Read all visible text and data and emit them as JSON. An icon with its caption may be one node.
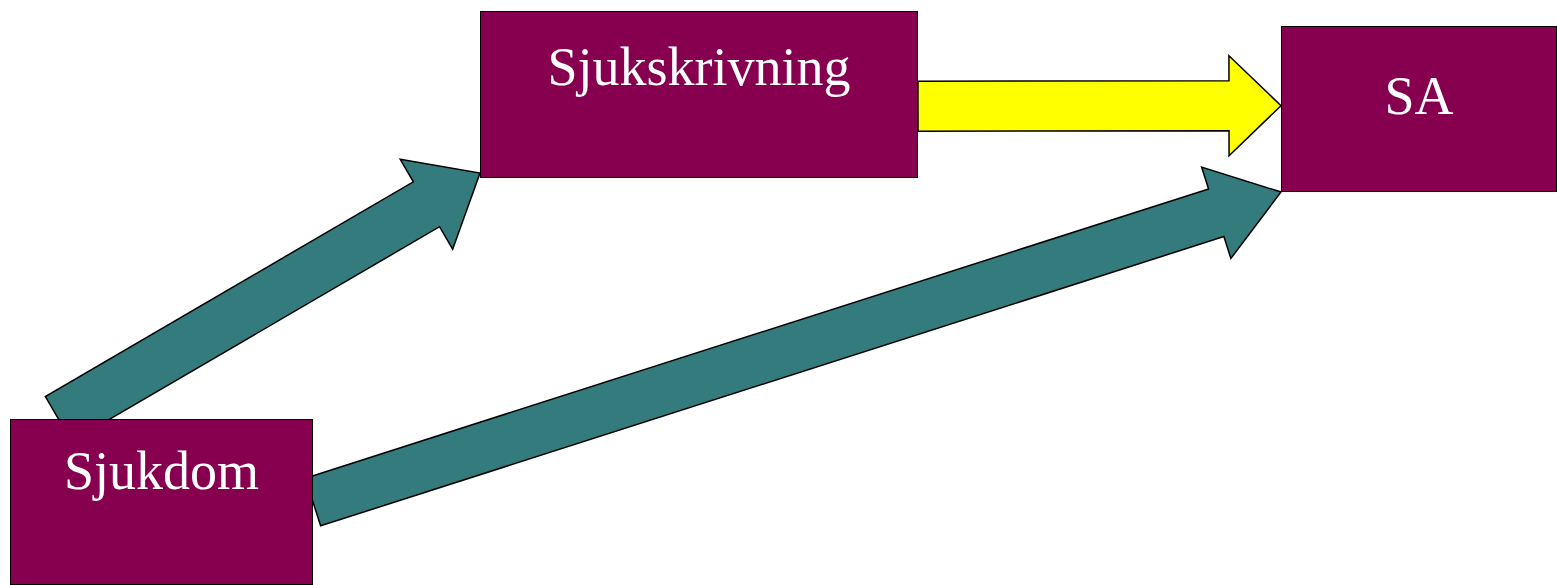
{
  "diagram": {
    "nodes": [
      {
        "text": [
          "Sjukskrivning"
        ]
      },
      {
        "text": [
          "SA"
        ]
      },
      {
        "text": [
          "Sjukdom"
        ]
      }
    ],
    "edges": [
      {
        "from": 2,
        "to": 0,
        "arrow": "to"
      },
      {
        "from": 0,
        "to": 1,
        "arrow": "to",
        "color": "#ffff00"
      },
      {
        "from": 2,
        "to": 1,
        "arrow": "to"
      }
    ]
  }
}
